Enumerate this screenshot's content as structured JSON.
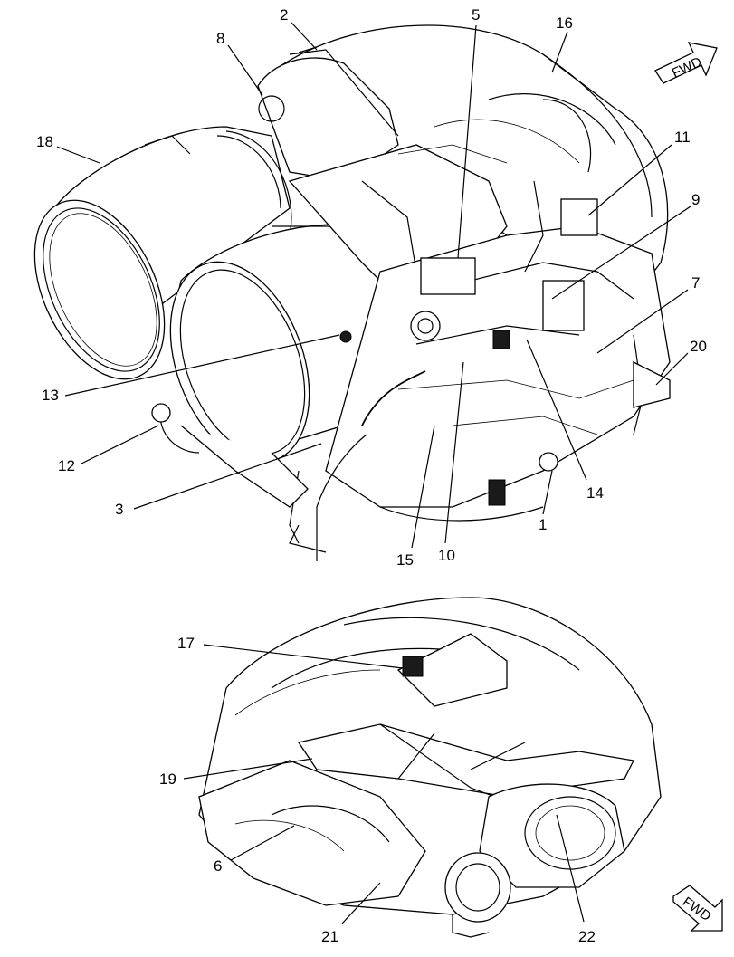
{
  "top_view": {
    "callouts": [
      "1",
      "2",
      "3",
      "5",
      "7",
      "8",
      "9",
      "10",
      "11",
      "12",
      "13",
      "14",
      "15",
      "16",
      "18",
      "20"
    ],
    "fwd_label": "FWD"
  },
  "bottom_view": {
    "callouts": [
      "6",
      "17",
      "19",
      "21",
      "22"
    ],
    "fwd_label": "FWD"
  }
}
